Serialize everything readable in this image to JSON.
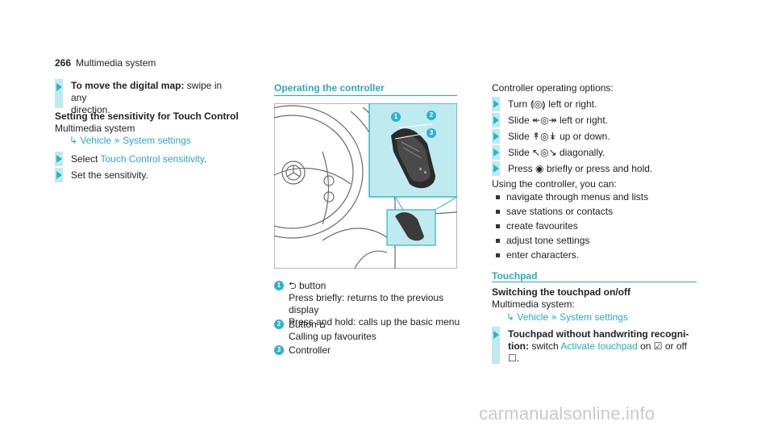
{
  "header": {
    "page_number": "266",
    "section": "Multimedia system"
  },
  "left": {
    "step1_bold": "To move the digital map:",
    "step1_rest": " swipe in any",
    "step1_line2": "direction.",
    "heading": "Setting the sensitivity for Touch Control",
    "path_root": "Multimedia system",
    "path_vehicle": "Vehicle",
    "path_settings": "System settings",
    "step2_pre": "Select ",
    "step2_link": "Touch Control sensitivity",
    "step2_post": ".",
    "step3": "Set the sensitivity."
  },
  "middle": {
    "section_title": "Operating the controller",
    "legend": [
      {
        "num": "1",
        "line1_post": " button",
        "line2": "Press briefly: returns to the previous display",
        "line3": "Press and hold: calls up the basic menu"
      },
      {
        "num": "2",
        "line1_pre": "Button ",
        "line2": "Calling up favourites"
      },
      {
        "num": "3",
        "line1": "Controller"
      }
    ]
  },
  "right": {
    "intro": "Controller operating options:",
    "ops": [
      {
        "pre": "Turn ",
        "icon": "⟬◎⟭",
        "post": " left or right."
      },
      {
        "pre": "Slide ",
        "icon": "↞◎↠",
        "post": " left or right."
      },
      {
        "pre": "Slide ",
        "icon": "↟◎↡",
        "post": " up or down."
      },
      {
        "pre": "Slide ",
        "icon": "↖◎↘",
        "post": " diagonally."
      },
      {
        "pre": "Press ",
        "icon": "◉",
        "post": " briefly or press and hold."
      }
    ],
    "using": "Using the controller, you can:",
    "bullets": [
      "navigate through menus and lists",
      "save stations or contacts",
      "create favourites",
      "adjust tone settings",
      "enter characters."
    ],
    "touchpad_title": "Touchpad",
    "switch_heading": "Switching the touchpad on/off",
    "path_root": "Multimedia system:",
    "path_vehicle": "Vehicle",
    "path_settings": "System settings",
    "tp_bold": "Touchpad without handwriting recogni-",
    "tp_bold2": "tion:",
    "tp_switch": " switch ",
    "tp_link": "Activate touchpad",
    "tp_on": " on ",
    "tp_off": " or off",
    "tp_end": "."
  },
  "watermark": "carmanualsonline.info"
}
